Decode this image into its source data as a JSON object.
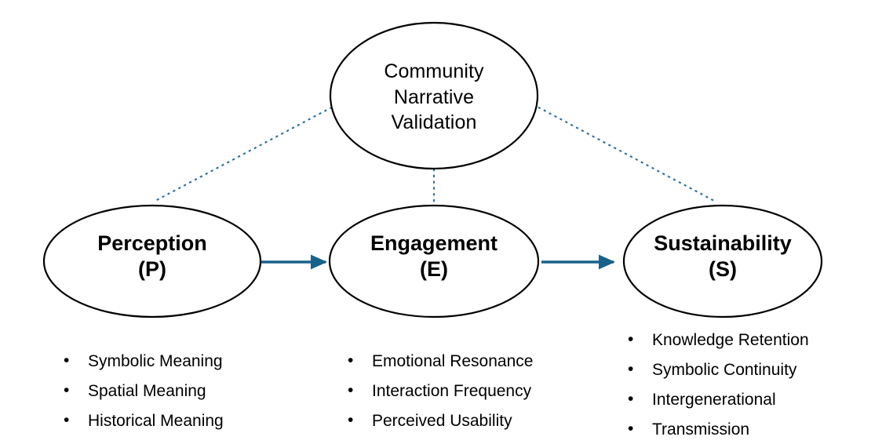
{
  "diagram": {
    "title": "Perception-Engagement-Sustainability conceptual model",
    "colors": {
      "arrow": "#19618a",
      "dotted_link": "#2e6f9e",
      "ellipse_stroke": "#000000",
      "text": "#000000",
      "background": "#ffffff"
    },
    "nodes": [
      {
        "id": "community-narrative-validation",
        "lines": [
          "Community",
          "Narrative",
          "Validation"
        ],
        "line1": "Community",
        "line2": "Narrative",
        "line3": "Validation"
      },
      {
        "id": "perception",
        "name": "Perception",
        "code": "(P)"
      },
      {
        "id": "engagement",
        "name": "Engagement",
        "code": "(E)"
      },
      {
        "id": "sustainability",
        "name": "Sustainability",
        "code": "(S)"
      }
    ],
    "connections": [
      {
        "from": "perception",
        "to": "engagement",
        "style": "solid-arrow"
      },
      {
        "from": "engagement",
        "to": "sustainability",
        "style": "solid-arrow"
      },
      {
        "from": "community-narrative-validation",
        "to": "perception",
        "style": "dotted"
      },
      {
        "from": "community-narrative-validation",
        "to": "engagement",
        "style": "dotted"
      },
      {
        "from": "community-narrative-validation",
        "to": "sustainability",
        "style": "dotted"
      }
    ],
    "bullet_groups": [
      {
        "id": "perception-indicators",
        "items": [
          "Symbolic Meaning",
          "Spatial Meaning",
          "Historical Meaning"
        ]
      },
      {
        "id": "engagement-indicators",
        "items": [
          "Emotional Resonance",
          "Interaction Frequency",
          "Perceived Usability"
        ]
      },
      {
        "id": "sustainability-indicators",
        "items": [
          "Knowledge Retention",
          "Symbolic Continuity",
          "Intergenerational",
          "Transmission"
        ]
      }
    ]
  }
}
